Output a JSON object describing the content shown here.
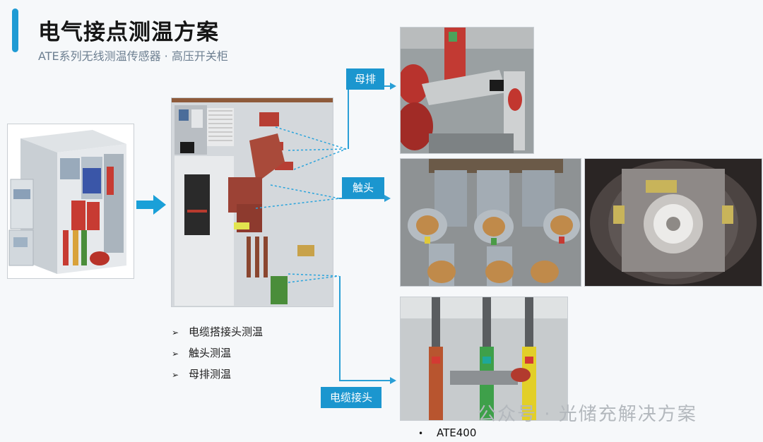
{
  "header": {
    "title": "电气接点测温方案",
    "subtitle": "ATE系列无线测温传感器 · 高压开关柜"
  },
  "labels": {
    "busbar": "母排",
    "contact": "触头",
    "cable_joint": "电缆接头"
  },
  "bullets": [
    {
      "mark": "➢",
      "text": "电缆搭接头测温"
    },
    {
      "mark": "➢",
      "text": "触头测温"
    },
    {
      "mark": "➢",
      "text": "母排测温"
    }
  ],
  "model": {
    "bullet": "•",
    "text": "ATE400"
  },
  "watermark": "公众号 · 光储充解决方案",
  "colors": {
    "accent": "#1f9bd4",
    "label_bg": "#1b96cf",
    "line": "#2a9fd6"
  }
}
